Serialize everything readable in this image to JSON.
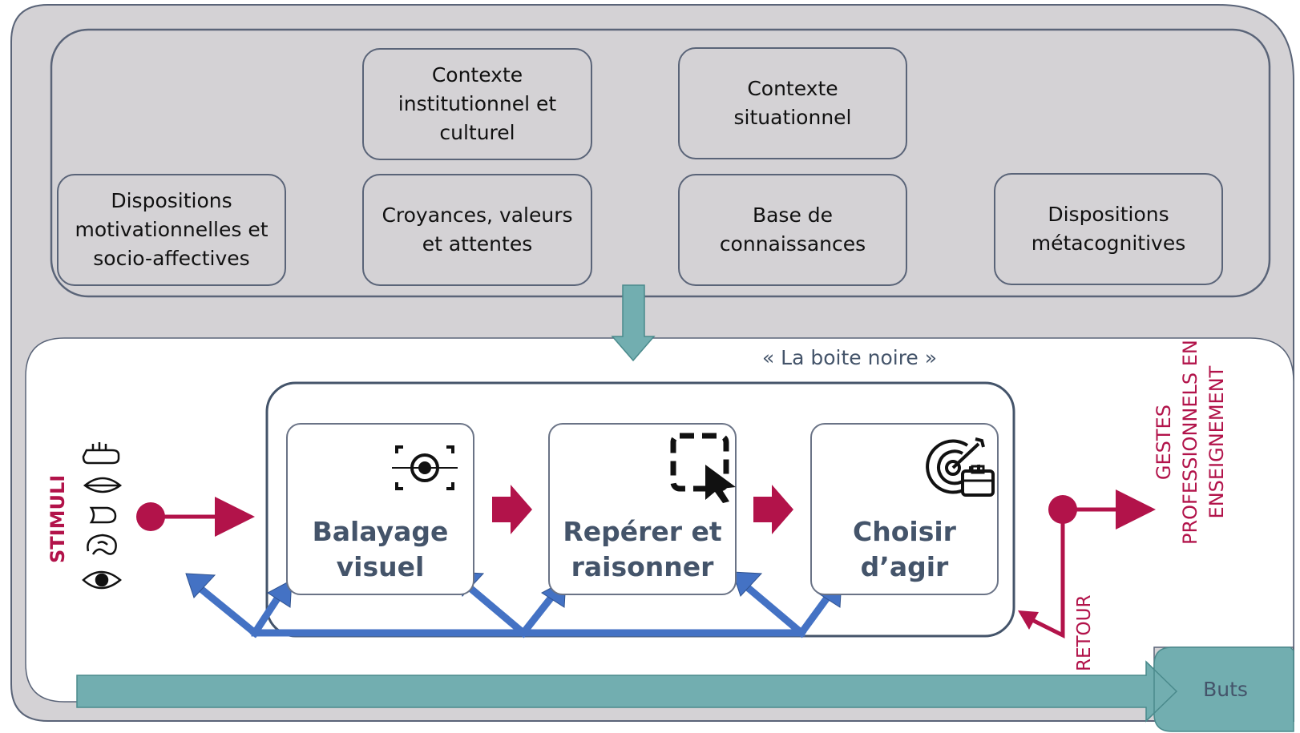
{
  "colors": {
    "outer_background": "#d4d2d5",
    "border": "#5a6478",
    "teal_arrow": "#72aeb0",
    "crimson": "#b2134a",
    "blue_arrows": "#4472c4",
    "label_text": "#44546a"
  },
  "context": {
    "institutional": "Contexte\ninstitutionnel et\nculturel",
    "situational": "Contexte\nsituationnel",
    "motivational": "Dispositions\nmotivationnelles et\nsocio-affectives",
    "beliefs": "Croyances, valeurs\net attentes",
    "knowledge": "Base de\nconnaissances",
    "metacognitive": "Dispositions\nmétacognitives"
  },
  "black_box": {
    "title": "« La boite noire »"
  },
  "processes": [
    {
      "label": "Balayage\nvisuel",
      "icon": "eye-scan-icon"
    },
    {
      "label": "Repérer et\nraisonner",
      "icon": "cursor-selection-icon"
    },
    {
      "label": "Choisir\nd’agir",
      "icon": "target-briefcase-icon"
    }
  ],
  "stimuli": {
    "label": "STIMULI",
    "senses": [
      "eye-icon",
      "ear-icon",
      "nose-icon",
      "mouth-icon",
      "hand-icon"
    ]
  },
  "output": {
    "label_line1": "GESTES",
    "label_line2": "PROFESSIONNELS EN",
    "label_line3": "ENSEIGNEMENT"
  },
  "feedback": {
    "label": "RETOUR"
  },
  "goals": {
    "label": "Buts"
  }
}
